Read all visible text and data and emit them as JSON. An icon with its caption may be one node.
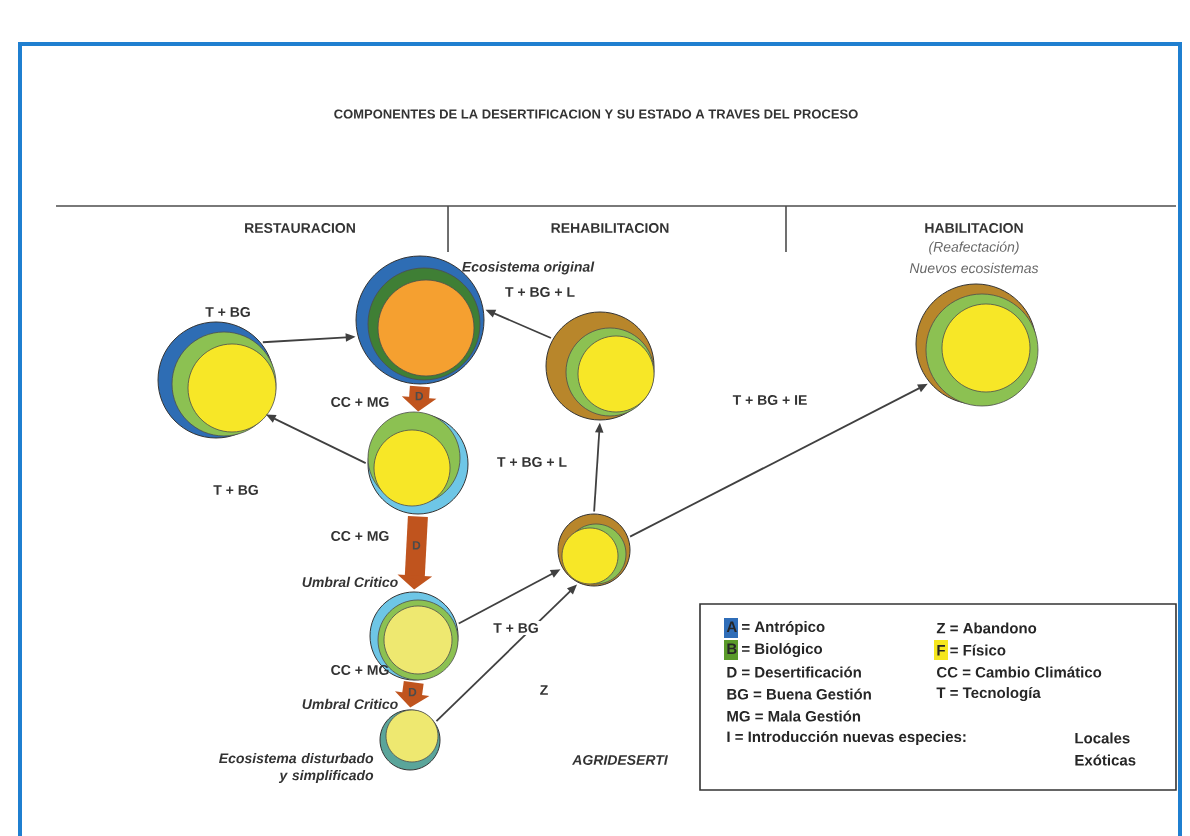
{
  "diagram": {
    "title": "COMPONENTES DE LA DESERTIFICACION Y SU ESTADO A TRAVES DEL PROCESO",
    "nodes": [
      {
        "text": [],
        "shape": "circle"
      },
      {
        "text": [],
        "shape": "circle"
      },
      {
        "text": [],
        "shape": "circle"
      },
      {
        "text": [],
        "shape": "circle"
      },
      {
        "text": [],
        "shape": "circle",
        "beside": [
          "Ecosistema disturbado y simplificado"
        ]
      },
      {
        "text": [],
        "shape": "circle"
      },
      {
        "text": [],
        "shape": "circle"
      },
      {
        "text": [],
        "shape": "circle"
      }
    ],
    "edges": [
      {
        "from": 1,
        "to": 0,
        "arrow": "to",
        "label": "T + BG"
      },
      {
        "from": 5,
        "to": 0,
        "arrow": "to",
        "label": "T + BG + L"
      },
      {
        "from": 0,
        "to": 2,
        "arrow": "to",
        "label": "D",
        "style": "thick",
        "color": "#c0541e"
      },
      {
        "from": 2,
        "to": 1,
        "arrow": "to",
        "label": "T + BG"
      },
      {
        "from": 2,
        "to": 3,
        "arrow": "to",
        "label": "D",
        "style": "thick",
        "color": "#c0541e"
      },
      {
        "from": 6,
        "to": 5,
        "arrow": "to",
        "label": "T + BG + L"
      },
      {
        "from": 6,
        "to": 7,
        "arrow": "to",
        "label": "T + BG + IE"
      },
      {
        "from": 3,
        "to": 6,
        "arrow": "to",
        "label": "T + BG"
      },
      {
        "from": 3,
        "to": 4,
        "arrow": "to",
        "label": "D",
        "style": "thick",
        "color": "#c0541e"
      },
      {
        "from": 4,
        "to": 6,
        "arrow": "to",
        "label": "Z"
      }
    ],
    "labels": [
      "RESTAURACION",
      "REHABILITACION",
      "HABILITACION",
      "(Reafectación)",
      "Ecosistema original",
      "Nuevos ecosistemas",
      "CC + MG",
      "CC + MG",
      "Umbral Critico",
      "CC + MG",
      "Umbral Critico",
      "AGRIDESERTI",
      "Z = Abandono",
      "D = Desertificación",
      "CC = Cambio Climático",
      "BG = Buena Gestión",
      "T = Tecnología",
      "MG = Mala Gestión",
      "I = Introducción nuevas especies:",
      "Locales",
      "Exóticas"
    ],
    "legend": [
      {
        "text": "A = Antrópico",
        "color": "#2f6db8"
      },
      {
        "text": "B = Biológico",
        "color": "#5a9a2a"
      },
      {
        "text": "F = Físico",
        "color": "#f5e61e"
      }
    ]
  }
}
